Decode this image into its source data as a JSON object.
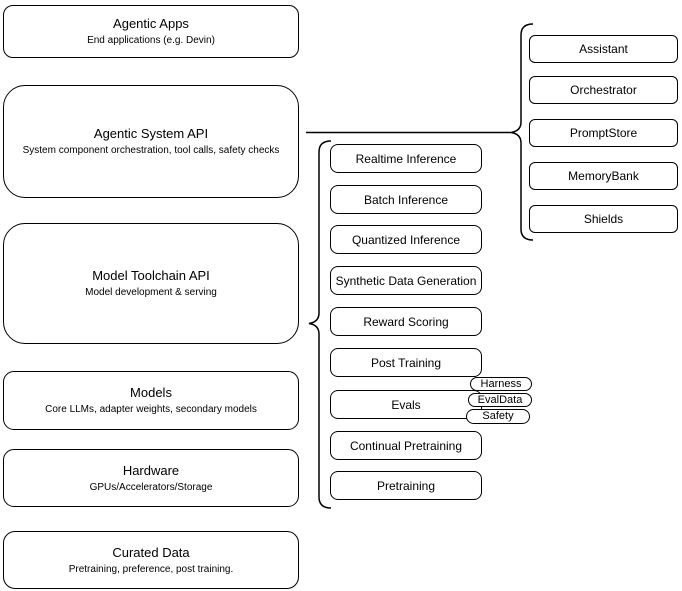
{
  "diagram": {
    "colors": {
      "stroke": "#000000",
      "background": "#ffffff",
      "text": "#000000"
    },
    "stack_layers": [
      {
        "title": "Agentic Apps",
        "subtitle": "End applications (e.g. Devin)"
      },
      {
        "title": "Agentic System API",
        "subtitle": "System component orchestration, tool calls, safety checks"
      },
      {
        "title": "Model Toolchain API",
        "subtitle": "Model development & serving"
      },
      {
        "title": "Models",
        "subtitle": "Core LLMs, adapter weights, secondary models"
      },
      {
        "title": "Hardware",
        "subtitle": "GPUs/Accelerators/Storage"
      },
      {
        "title": "Curated Data",
        "subtitle": "Pretraining, preference, post training."
      }
    ],
    "toolchain_items": [
      "Realtime Inference",
      "Batch Inference",
      "Quantized Inference",
      "Synthetic Data Generation",
      "Reward Scoring",
      "Post Training",
      "Evals",
      "Continual Pretraining",
      "Pretraining"
    ],
    "eval_pills": [
      "Harness",
      "EvalData",
      "Safety"
    ],
    "system_components": [
      "Assistant",
      "Orchestrator",
      "PromptStore",
      "MemoryBank",
      "Shields"
    ]
  }
}
